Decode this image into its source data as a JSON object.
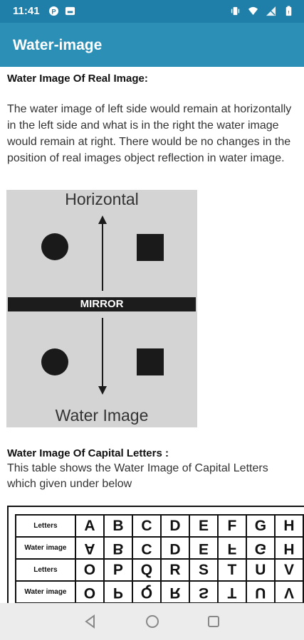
{
  "status": {
    "time": "11:41",
    "icons_left": [
      "shield-app-icon",
      "image-app-icon"
    ],
    "icons_right": [
      "vibrate-icon",
      "wifi-icon",
      "signal-icon",
      "battery-icon"
    ]
  },
  "app_bar": {
    "title": "Water-image"
  },
  "section1": {
    "heading": "Water Image Of Real Image:",
    "paragraph": "The water image of left side would remain at horizontally in the left side and what is in the right the water image would remain at right. There would be no changes in the position of real images object reflection in water image."
  },
  "diagram": {
    "top_label": "Horizontal",
    "mirror_label": "MIRROR",
    "bottom_label": "Water Image"
  },
  "section2": {
    "heading": "Water Image Of Capital Letters :",
    "paragraph": "This table shows the Water Image of Capital Letters which given under below"
  },
  "letters_table": {
    "rows": [
      {
        "label": "Letters",
        "cells": [
          "A",
          "B",
          "C",
          "D",
          "E",
          "F",
          "G",
          "H"
        ],
        "flipped": false
      },
      {
        "label": "Water image",
        "cells": [
          "A",
          "B",
          "C",
          "D",
          "E",
          "F",
          "G",
          "H"
        ],
        "flipped": true
      },
      {
        "label": "Letters",
        "cells": [
          "O",
          "P",
          "Q",
          "R",
          "S",
          "T",
          "U",
          "V"
        ],
        "flipped": false
      },
      {
        "label": "Water image",
        "cells": [
          "O",
          "P",
          "Q",
          "R",
          "S",
          "T",
          "U",
          "V"
        ],
        "flipped": true
      }
    ]
  },
  "nav": {
    "icons": [
      "back-icon",
      "home-icon",
      "recents-icon"
    ]
  },
  "colors": {
    "status_bar": "#1f7fa8",
    "app_bar": "#2b8fb6",
    "nav_bar": "#ececec"
  }
}
